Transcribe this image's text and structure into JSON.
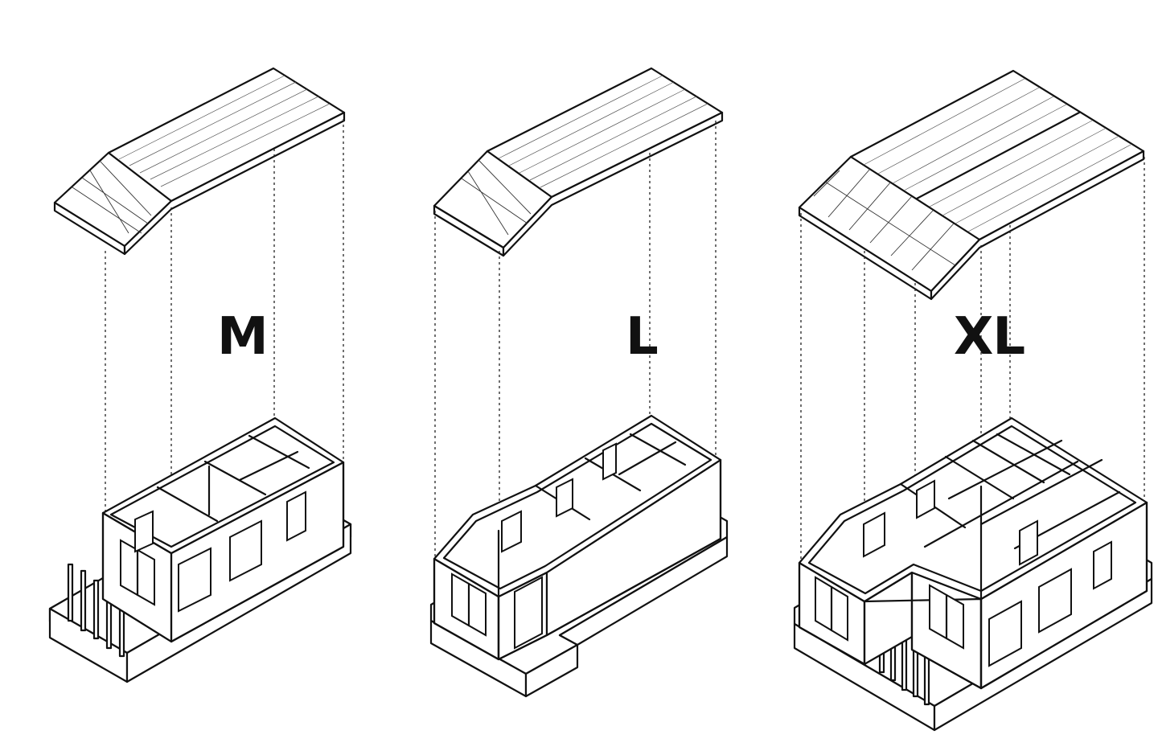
{
  "models": [
    {
      "id": "m",
      "label": "M"
    },
    {
      "id": "l",
      "label": "L"
    },
    {
      "id": "xl",
      "label": "XL"
    }
  ],
  "colors": {
    "line": "#111111",
    "background": "#ffffff"
  }
}
